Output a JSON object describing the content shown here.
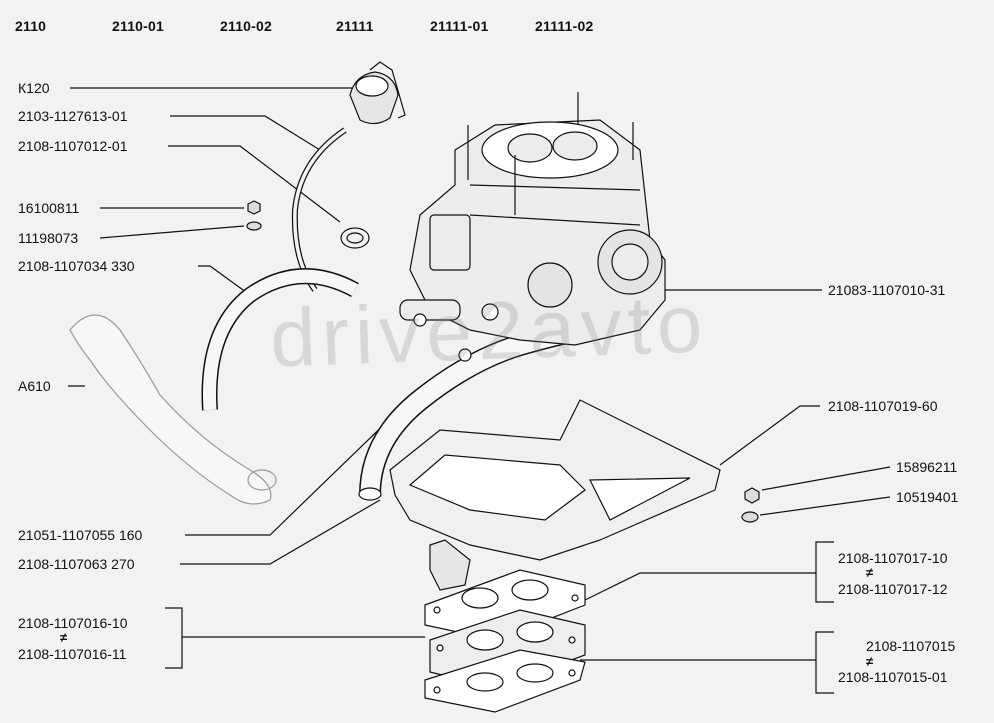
{
  "models": [
    "2110",
    "2110-01",
    "2110-02",
    "21111",
    "21111-01",
    "21111-02"
  ],
  "labels_left": {
    "k120": "К120",
    "hose_613": "2103-1127613-01",
    "clamp_012": "2108-1107012-01",
    "nut_16100811": "16100811",
    "washer_11198073": "11198073",
    "hose_034": "2108-1107034 330",
    "a610": "А610",
    "hose_055": "21051-1107055 160",
    "hose_063": "2108-1107063 270",
    "gasket_016_10": "2108-1107016-10",
    "gasket_016_11": "2108-1107016-11"
  },
  "labels_right": {
    "carb_010_31": "21083-1107010-31",
    "shield_019_60": "2108-1107019-60",
    "nut_15896211": "15896211",
    "washer_10519401": "10519401",
    "gasket_017_10": "2108-1107017-10",
    "gasket_017_12": "2108-1107017-12",
    "gasket_015": "2108-1107015",
    "gasket_015_01": "2108-1107015-01"
  },
  "neq_symbol": "≠",
  "watermark": "drive2avto"
}
